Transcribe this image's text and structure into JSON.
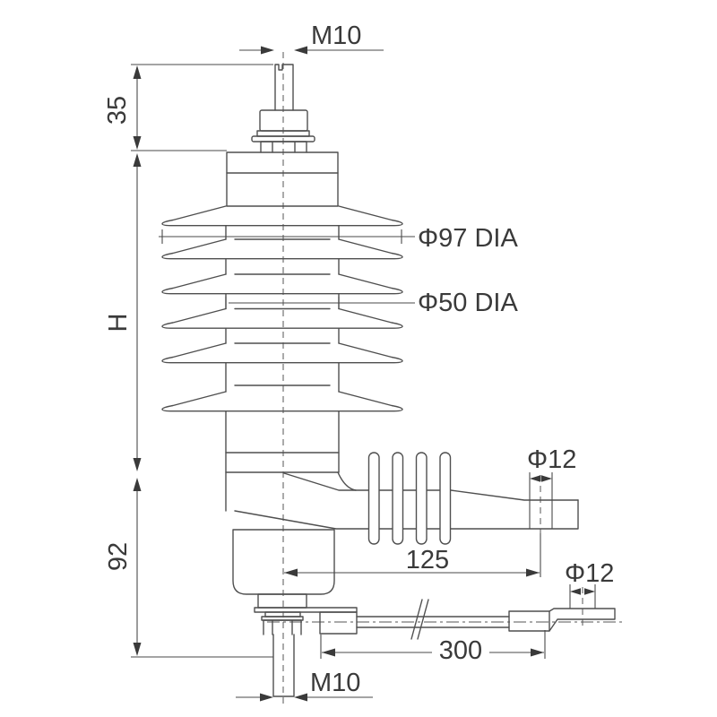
{
  "drawing": {
    "type": "dimensioned outline drawing",
    "subject": "polymer-housed surge arrester with disconnector arm and mounting strap",
    "colors": {
      "ink": "#3a3a3a",
      "line": "#4f4f4f",
      "background": "#ffffff"
    },
    "dimensions": {
      "top_thread": "M10",
      "top_stud_height": "35",
      "overall_height": "H",
      "base_height": "92",
      "large_shed_dia": "Φ97 DIA",
      "housing_dia": "Φ50 DIA",
      "arm_hole_dia": "Φ12",
      "arm_hole_offset": "125",
      "strap_hole_dia": "Φ12",
      "strap_hole_offset": "300",
      "bottom_thread": "M10"
    }
  }
}
